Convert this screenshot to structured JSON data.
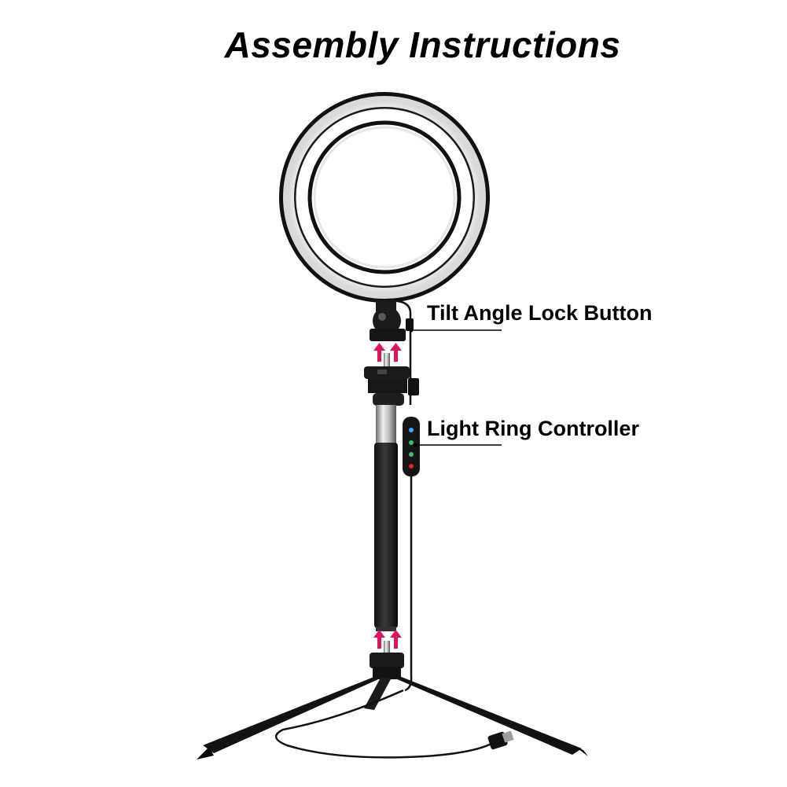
{
  "title": "Assembly Instructions",
  "callouts": {
    "tilt_lock": "Tilt Angle Lock Button",
    "controller": "Light Ring Controller"
  },
  "colors": {
    "arrow": "#e0115f",
    "background": "#ffffff",
    "text": "#000000"
  },
  "icons": [
    "ring-light-icon",
    "ball-head-icon",
    "mount-adapter-icon",
    "extension-pole-icon",
    "inline-controller-icon",
    "tripod-icon",
    "usb-plug-icon",
    "up-arrow-icon"
  ]
}
